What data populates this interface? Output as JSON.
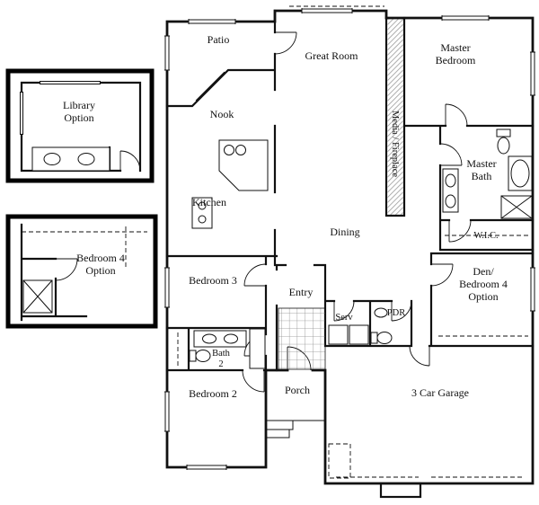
{
  "figure": {
    "type": "floor-plan"
  },
  "colors": {
    "ink": "#111111",
    "paper": "#ffffff",
    "media_hatch": "#9b9b9b",
    "tile_grid": "#8c8c8c"
  },
  "rooms": {
    "patio": "Patio",
    "great_room": "Great Room",
    "master_bedroom_1": "Master",
    "master_bedroom_2": "Bedroom",
    "nook": "Nook",
    "media_fireplace": "Media / Fireplace",
    "master_bath_1": "Master",
    "master_bath_2": "Bath",
    "kitchen": "Kitchen",
    "dining": "Dining",
    "wic": "W.I.C.",
    "bedroom3": "Bedroom 3",
    "entry": "Entry",
    "den_1": "Den/",
    "den_2": "Bedroom 4",
    "den_3": "Option",
    "serv": "Serv",
    "pdr": "PDR",
    "bath2_1": "Bath",
    "bath2_2": "2",
    "bedroom2": "Bedroom 2",
    "porch": "Porch",
    "garage": "3 Car Garage"
  },
  "insets": {
    "library_1": "Library",
    "library_2": "Option",
    "bedroom4_1": "Bedroom 4",
    "bedroom4_2": "Option"
  }
}
